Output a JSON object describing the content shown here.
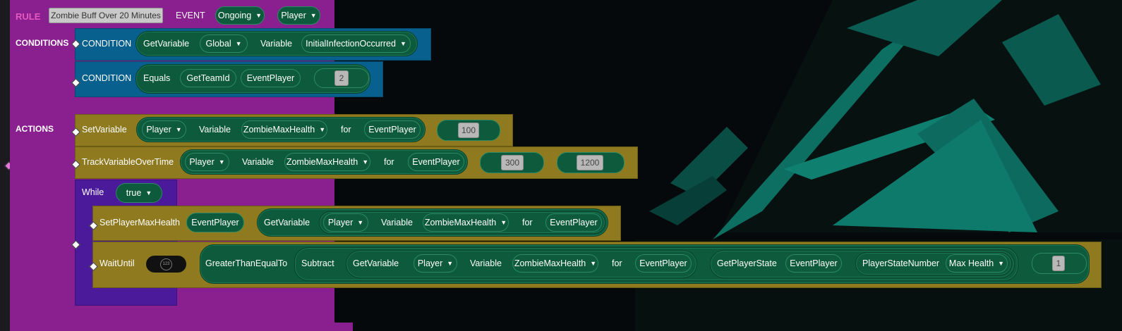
{
  "rule": {
    "label": "RULE",
    "name": "Zombie Buff Over 20 Minutes",
    "event_label": "EVENT",
    "event_type": "Ongoing",
    "event_target": "Player"
  },
  "conditions": {
    "section_label": "CONDITIONS",
    "items": [
      {
        "label": "CONDITION",
        "func": "GetVariable",
        "scope": "Global",
        "var_word": "Variable",
        "var_name": "InitialInfectionOccurred"
      },
      {
        "label": "CONDITION",
        "func": "Equals",
        "arg1": "GetTeamId",
        "arg2": "EventPlayer",
        "value": "2"
      }
    ]
  },
  "actions": {
    "section_label": "ACTIONS",
    "set_variable": {
      "label": "SetVariable",
      "scope": "Player",
      "var_word": "Variable",
      "var_name": "ZombieMaxHealth",
      "for_word": "for",
      "target": "EventPlayer",
      "value": "100"
    },
    "track_variable": {
      "label": "TrackVariableOverTime",
      "scope": "Player",
      "var_word": "Variable",
      "var_name": "ZombieMaxHealth",
      "for_word": "for",
      "target": "EventPlayer",
      "value1": "300",
      "value2": "1200"
    },
    "while_block": {
      "label": "While",
      "condition": "true",
      "set_max_health": {
        "label": "SetPlayerMaxHealth",
        "target": "EventPlayer",
        "func": "GetVariable",
        "scope": "Player",
        "var_word": "Variable",
        "var_name": "ZombieMaxHealth",
        "for_word": "for",
        "target2": "EventPlayer"
      },
      "wait_until": {
        "label": "WaitUntil",
        "badge": "123",
        "func": "GreaterThanEqualTo",
        "sub": "Subtract",
        "getvar": "GetVariable",
        "scope": "Player",
        "var_word": "Variable",
        "var_name": "ZombieMaxHealth",
        "for_word": "for",
        "target": "EventPlayer",
        "getstate": "GetPlayerState",
        "state_target": "EventPlayer",
        "state_num": "PlayerStateNumber",
        "state_value": "Max Health",
        "value": "1"
      }
    }
  },
  "colors": {
    "rule": "#8a1f8f",
    "condition": "#08608f",
    "action": "#8f7a1f",
    "while": "#4a1a9a",
    "pill": "#0d5a3c",
    "teal": "#0f7a6a",
    "keyword_pink": "#e45ac0"
  }
}
